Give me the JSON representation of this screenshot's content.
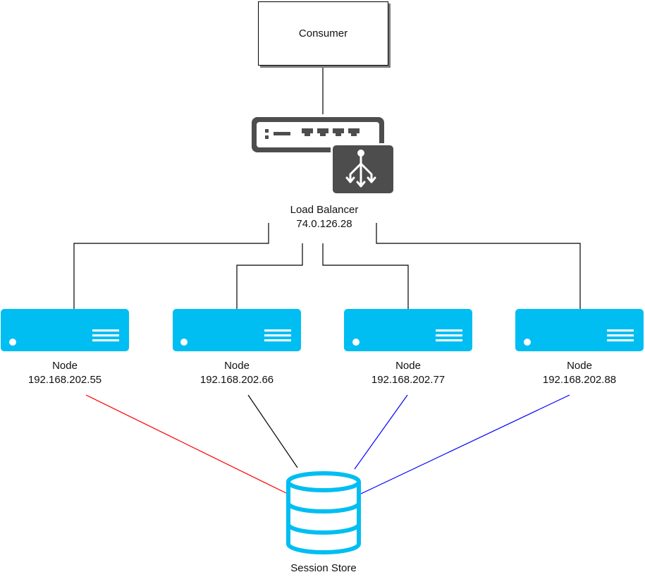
{
  "consumer": {
    "label": "Consumer"
  },
  "load_balancer": {
    "name": "Load Balancer",
    "ip": "74.0.126.28"
  },
  "nodes": [
    {
      "name": "Node",
      "ip": "192.168.202.55",
      "link_color": "#ff0000"
    },
    {
      "name": "Node",
      "ip": "192.168.202.66",
      "link_color": "#000000"
    },
    {
      "name": "Node",
      "ip": "192.168.202.77",
      "link_color": "#0000ff"
    },
    {
      "name": "Node",
      "ip": "192.168.202.88",
      "link_color": "#0000ff"
    }
  ],
  "session_store": {
    "label": "Session Store"
  },
  "colors": {
    "server_fill": "#00bef2",
    "server_detail": "#ffffff",
    "storage_stroke": "#00bef2",
    "load_balancer_badge": "#4d4d4d",
    "switch_body": "#4d4d4d",
    "connector": "#000000"
  },
  "icons": {
    "load_balancer": "load-balancer-icon",
    "server": "server-icon",
    "storage": "database-icon"
  }
}
